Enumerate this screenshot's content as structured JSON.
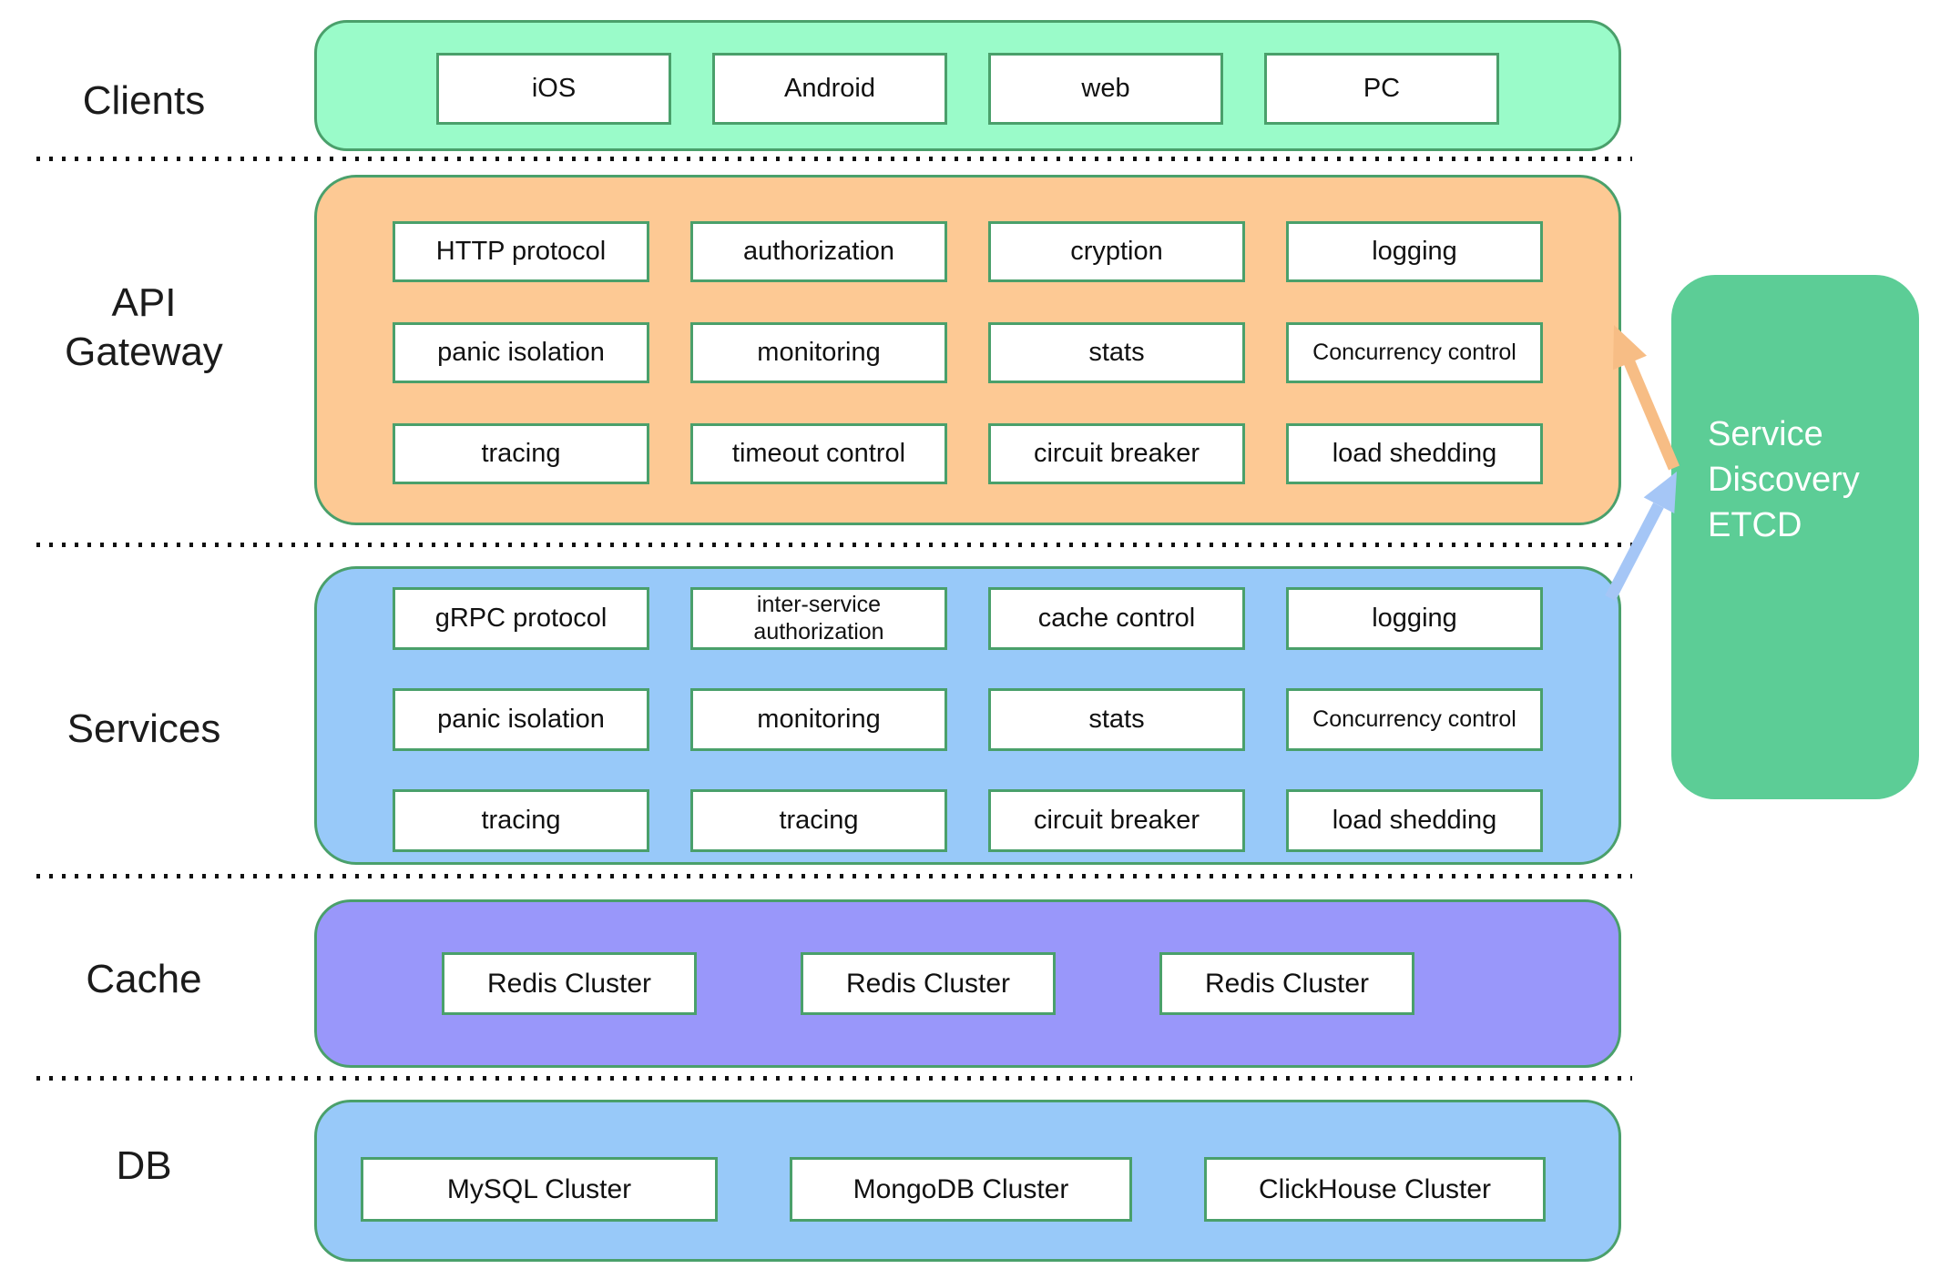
{
  "clients": {
    "label": "Clients",
    "boxes": [
      "iOS",
      "Android",
      "web",
      "PC"
    ]
  },
  "api_gateway": {
    "label_line1": "API",
    "label_line2": "Gateway",
    "grid": [
      [
        "HTTP protocol",
        "authorization",
        "cryption",
        "logging"
      ],
      [
        "panic isolation",
        "monitoring",
        "stats",
        "Concurrency control"
      ],
      [
        "tracing",
        "timeout control",
        "circuit breaker",
        "load shedding"
      ]
    ]
  },
  "services": {
    "label": "Services",
    "grid": [
      [
        "gRPC protocol",
        "inter-service authorization",
        "cache control",
        "logging"
      ],
      [
        "panic isolation",
        "monitoring",
        "stats",
        "Concurrency control"
      ],
      [
        "tracing",
        "tracing",
        "circuit breaker",
        "load shedding"
      ]
    ]
  },
  "cache": {
    "label": "Cache",
    "boxes": [
      "Redis Cluster",
      "Redis Cluster",
      "Redis Cluster"
    ]
  },
  "db": {
    "label": "DB",
    "boxes": [
      "MySQL Cluster",
      "MongoDB Cluster",
      "ClickHouse Cluster"
    ]
  },
  "service_discovery": {
    "line1": "Service",
    "line2": "Discovery",
    "line3": "ETCD"
  },
  "colors": {
    "clients_band": "#9AFBC9",
    "api_gateway_band": "#FDC994",
    "services_band": "#98C9F9",
    "cache_band": "#9997FA",
    "db_band": "#98C9F9",
    "etcd_box": "#5CCD96",
    "band_border": "#4AA06B",
    "box_border": "#4AA06B",
    "etcd_text": "#ffffff",
    "arrow_orange": "#F7BD85",
    "arrow_blue": "#A5C6F6",
    "separator_dots": "#111111"
  }
}
